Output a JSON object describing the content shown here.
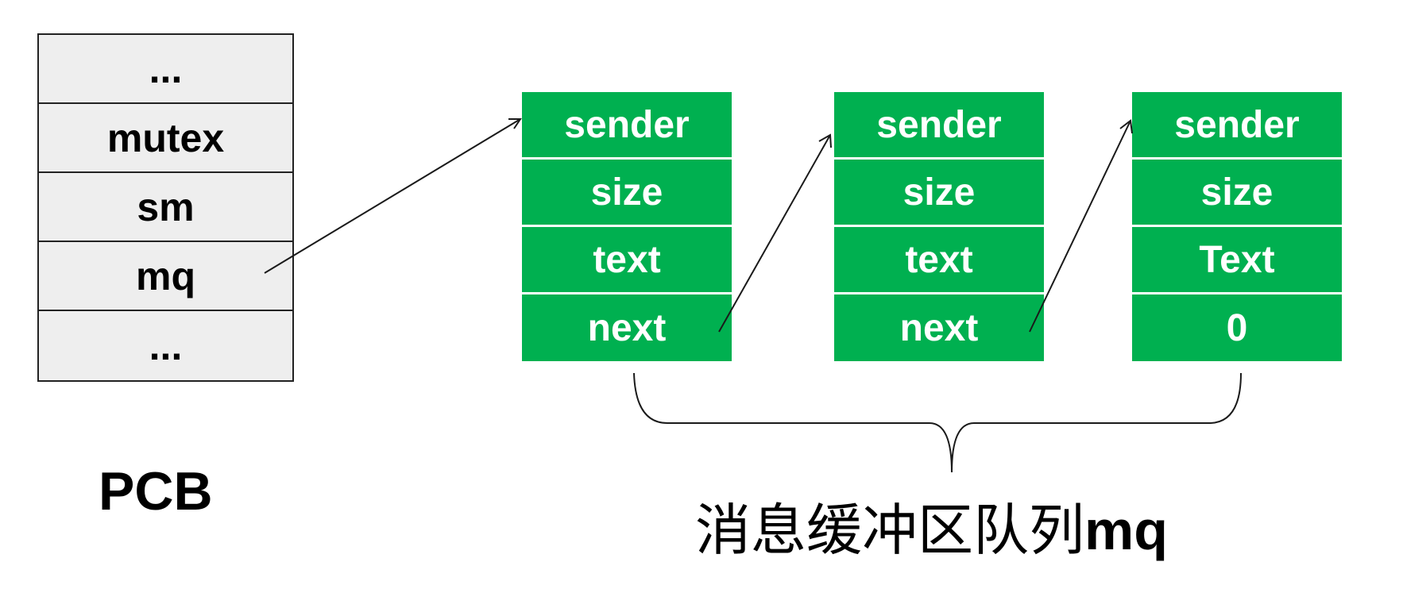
{
  "pcb": {
    "fields": [
      "...",
      "mutex",
      "sm",
      "mq",
      "..."
    ],
    "label": "PCB"
  },
  "nodes": [
    {
      "fields": [
        "sender",
        "size",
        "text",
        "next"
      ]
    },
    {
      "fields": [
        "sender",
        "size",
        "text",
        "next"
      ]
    },
    {
      "fields": [
        "sender",
        "size",
        "Text",
        "0"
      ]
    }
  ],
  "caption": {
    "chinese": "消息缓冲区队列",
    "latin": "mq"
  },
  "colors": {
    "node_fill": "#00b050",
    "pcb_fill": "#eeeeee"
  }
}
